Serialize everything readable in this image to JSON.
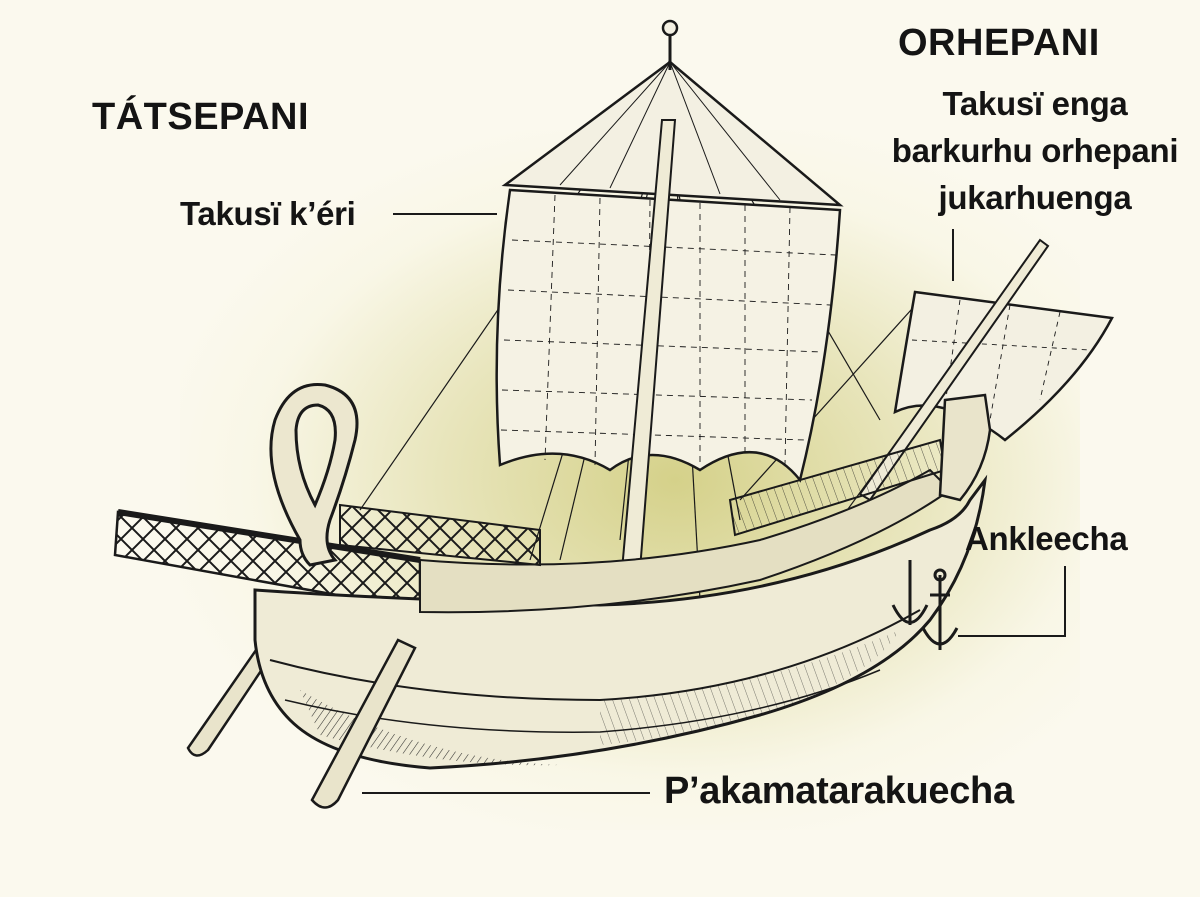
{
  "headings": {
    "left": "TÁTSEPANI",
    "right": "ORHEPANI"
  },
  "labels": {
    "main_sail": "Takusï k’éri",
    "front_sail": [
      "Takusï enga",
      "barkurhu orhepani",
      "jukarhuenga"
    ],
    "anchors": "Ankleecha",
    "steering_oars": "P’akamatarakuecha"
  },
  "colors": {
    "background": "#fbf9ee",
    "glow": "#cfcb7c",
    "ink": "#141414"
  }
}
